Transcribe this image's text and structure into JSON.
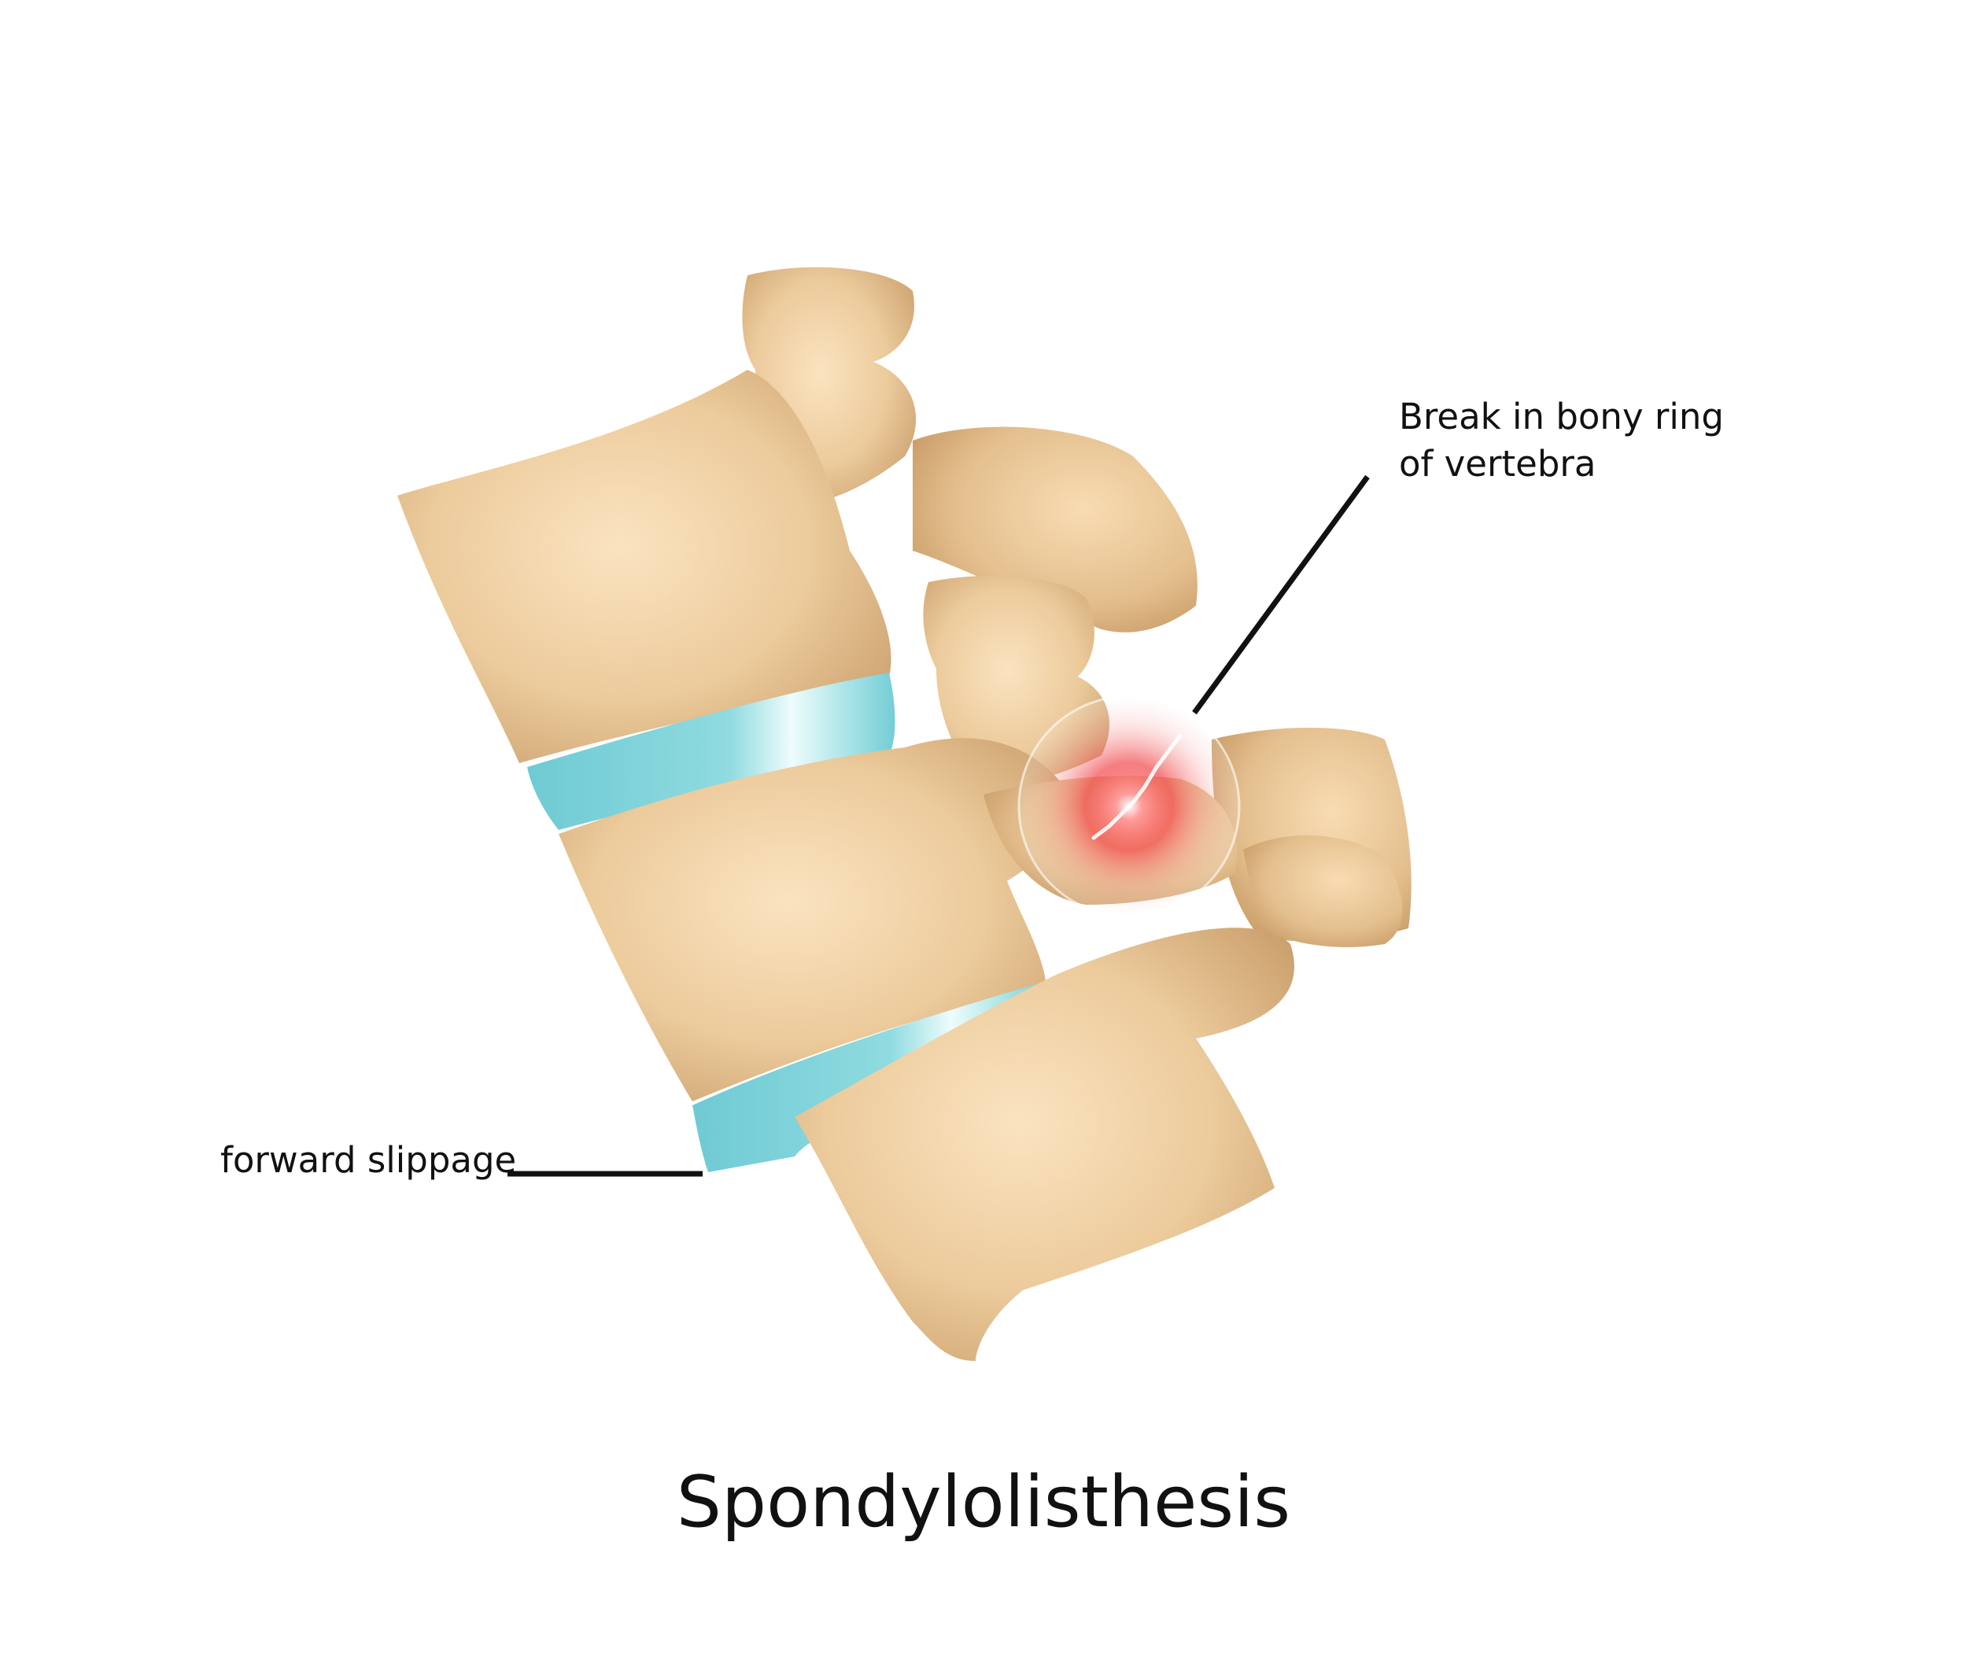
{
  "title": "Spondylolisthesis",
  "labels": {
    "break_line1": "Break in bony ring",
    "break_line2": "of vertebra",
    "forward_slippage": "forward slippage"
  },
  "colors": {
    "bone_light": "#f9dcb3",
    "bone_mid": "#e5c191",
    "bone_dark": "#c69a68",
    "disc": "#7fd1d8",
    "disc_highlight": "#e9fbfb",
    "fracture_glow": "#f0393e",
    "leader_line": "#111111"
  },
  "icons": {
    "fracture": "red-glow-circle",
    "vertebra": "bone-shape",
    "disc": "teal-band"
  }
}
